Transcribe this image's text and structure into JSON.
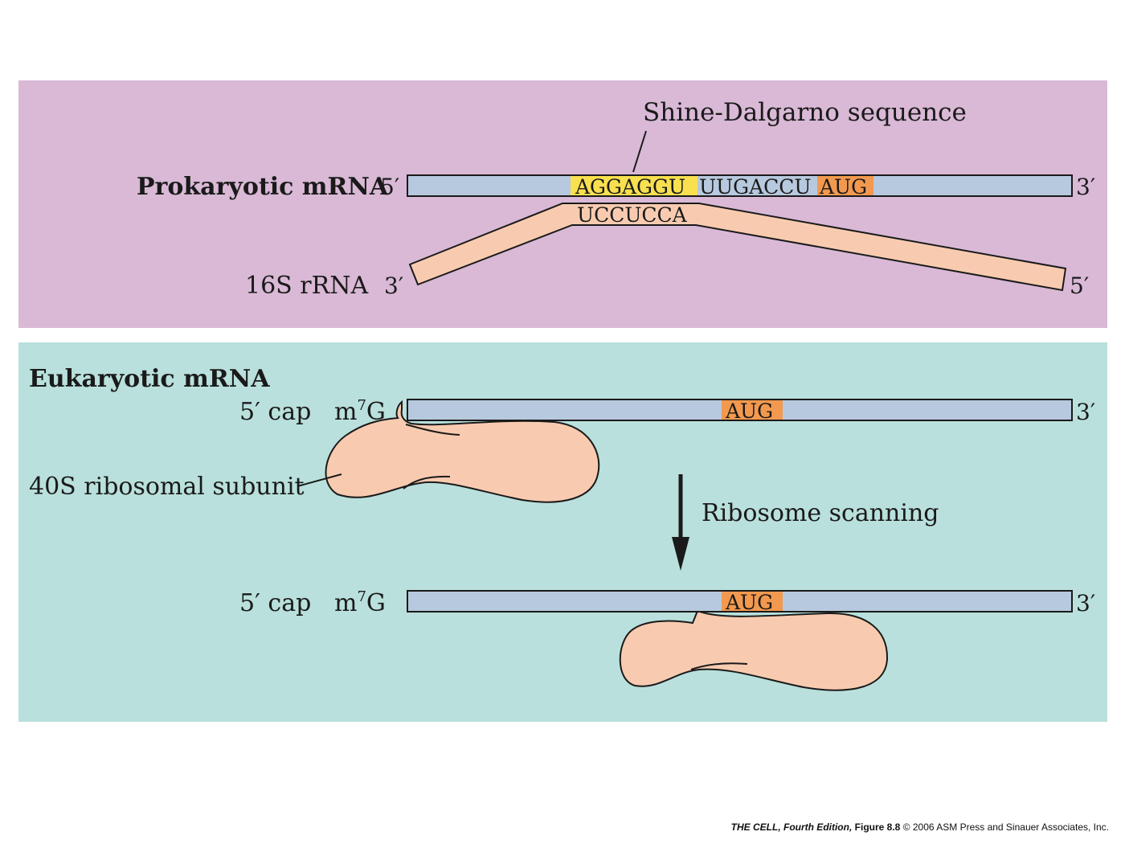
{
  "colors": {
    "prokaryote_panel": "#d9b9d6",
    "eukaryote_panel": "#b9e0dc",
    "mrna": "#b7c9de",
    "rrna": "#f8cbb0",
    "shine_dalgarno_highlight": "#f9e04f",
    "aug_highlight": "#f2994f"
  },
  "prokaryote": {
    "callout": "Shine-Dalgarno sequence",
    "mrna_label": "Prokaryotic mRNA",
    "mrna_five_prime": "5′",
    "mrna_three_prime": "3′",
    "seq_sd": "AGGAGGU",
    "seq_spacer": "UUGACCU",
    "seq_aug": "AUG",
    "rrna_seq": "UCCUCCA",
    "rrna_label": "16S rRNA",
    "rrna_three_prime": "3′",
    "rrna_five_prime": "5′"
  },
  "eukaryote": {
    "title": "Eukaryotic mRNA",
    "cap_label": "5′ cap",
    "cap_m": "m",
    "cap_sup": "7",
    "cap_g": "G",
    "three_prime": "3′",
    "aug": "AUG",
    "ribosome_label": "40S ribosomal subunit",
    "scanning_label": "Ribosome scanning"
  },
  "credit": {
    "book": "THE CELL, Fourth Edition,",
    "figure": "Figure 8.8",
    "copyright": "© 2006 ASM Press and Sinauer Associates, Inc."
  }
}
